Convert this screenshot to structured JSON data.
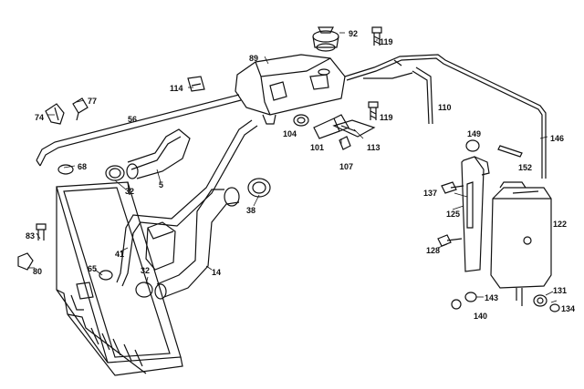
{
  "diagram": {
    "callouts": {
      "c92": "92",
      "c119a": "119",
      "c89": "89",
      "c114": "114",
      "c77": "77",
      "c74": "74",
      "c56": "56",
      "c110": "110",
      "c119b": "119",
      "c104": "104",
      "c101": "101",
      "c113": "113",
      "c107": "107",
      "c149": "149",
      "c146": "146",
      "c152": "152",
      "c68": "68",
      "c32a": "32",
      "c5": "5",
      "c137": "137",
      "c125": "125",
      "c122": "122",
      "c38": "38",
      "c83": "83",
      "c41": "41",
      "c128": "128",
      "c80": "80",
      "c65": "65",
      "c32b": "32",
      "c14": "14",
      "c131": "131",
      "c143": "143",
      "c134": "134",
      "c140": "140"
    }
  }
}
